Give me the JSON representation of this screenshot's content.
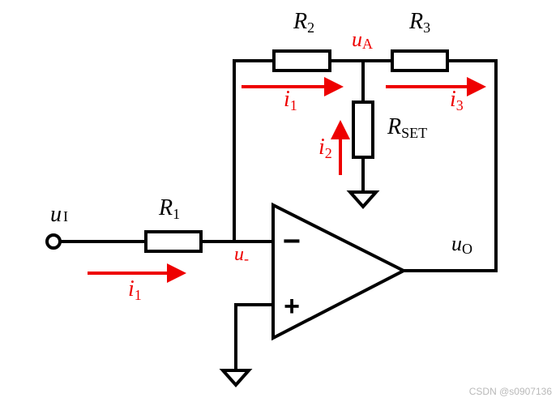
{
  "labels": {
    "uI": {
      "main": "u",
      "sub": "I"
    },
    "R1": {
      "main": "R",
      "sub": "1"
    },
    "R2": {
      "main": "R",
      "sub": "2"
    },
    "R3": {
      "main": "R",
      "sub": "3"
    },
    "RSET": {
      "main": "R",
      "sub": "SET"
    },
    "uA": {
      "main": "u",
      "sub": "A"
    },
    "uMinus": {
      "main": "u",
      "sub": "-"
    },
    "uO": {
      "main": "u",
      "sub": "O"
    },
    "i1_top": {
      "main": "i",
      "sub": "1"
    },
    "i1_bottom": {
      "main": "i",
      "sub": "1"
    },
    "i2": {
      "main": "i",
      "sub": "2"
    },
    "i3": {
      "main": "i",
      "sub": "3"
    }
  },
  "opamp": {
    "minus": "−",
    "plus": "+"
  },
  "colors": {
    "wire": "#000000",
    "current": "#ee0000",
    "watermark": "#b9b9b9"
  },
  "watermark": "CSDN @s0907136"
}
